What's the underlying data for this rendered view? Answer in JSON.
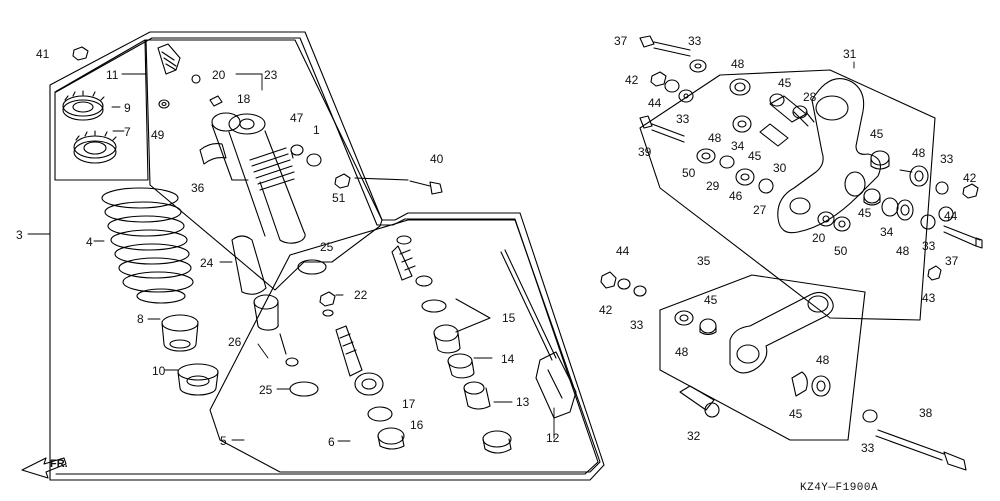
{
  "diagram": {
    "code": "KZ4Y—F1900A",
    "direction": "FR.",
    "line_color": "#000000",
    "background": "#ffffff"
  },
  "labels": [
    {
      "id": "p41",
      "text": "41"
    },
    {
      "id": "p11",
      "text": "11"
    },
    {
      "id": "p20a",
      "text": "20"
    },
    {
      "id": "p23",
      "text": "23"
    },
    {
      "id": "p9",
      "text": "9"
    },
    {
      "id": "p18a",
      "text": "18"
    },
    {
      "id": "p49",
      "text": "49"
    },
    {
      "id": "p7",
      "text": "7"
    },
    {
      "id": "p47",
      "text": "47"
    },
    {
      "id": "p1",
      "text": "1"
    },
    {
      "id": "p40",
      "text": "40"
    },
    {
      "id": "p36",
      "text": "36"
    },
    {
      "id": "p51",
      "text": "51"
    },
    {
      "id": "p3",
      "text": "3"
    },
    {
      "id": "p4",
      "text": "4"
    },
    {
      "id": "p24",
      "text": "24"
    },
    {
      "id": "p25a",
      "text": "25"
    },
    {
      "id": "p22",
      "text": "22"
    },
    {
      "id": "p8a",
      "text": "8"
    },
    {
      "id": "p15",
      "text": "15"
    },
    {
      "id": "p26",
      "text": "26"
    },
    {
      "id": "p10",
      "text": "10"
    },
    {
      "id": "p14",
      "text": "14"
    },
    {
      "id": "p25b",
      "text": "25"
    },
    {
      "id": "p17",
      "text": "17"
    },
    {
      "id": "p13",
      "text": "13"
    },
    {
      "id": "p16",
      "text": "16"
    },
    {
      "id": "p5",
      "text": "5"
    },
    {
      "id": "p6",
      "text": "6"
    },
    {
      "id": "p12",
      "text": "12"
    },
    {
      "id": "p37a",
      "text": "37"
    },
    {
      "id": "p33a",
      "text": "33"
    },
    {
      "id": "p31",
      "text": "31"
    },
    {
      "id": "p42a",
      "text": "42"
    },
    {
      "id": "p48a",
      "text": "48"
    },
    {
      "id": "p45a",
      "text": "45"
    },
    {
      "id": "p44a",
      "text": "44"
    },
    {
      "id": "p28",
      "text": "28"
    },
    {
      "id": "p33b",
      "text": "33"
    },
    {
      "id": "p48b",
      "text": "48"
    },
    {
      "id": "p34a",
      "text": "34"
    },
    {
      "id": "p45b",
      "text": "45"
    },
    {
      "id": "p45c",
      "text": "45"
    },
    {
      "id": "p39",
      "text": "39"
    },
    {
      "id": "p30",
      "text": "30"
    },
    {
      "id": "p48c",
      "text": "48"
    },
    {
      "id": "p33c",
      "text": "33"
    },
    {
      "id": "p50a",
      "text": "50"
    },
    {
      "id": "p29",
      "text": "29"
    },
    {
      "id": "p42b",
      "text": "42"
    },
    {
      "id": "p46",
      "text": "46"
    },
    {
      "id": "p27",
      "text": "27"
    },
    {
      "id": "p44b",
      "text": "44"
    },
    {
      "id": "p45d",
      "text": "45"
    },
    {
      "id": "p34b",
      "text": "34"
    },
    {
      "id": "p20b",
      "text": "20"
    },
    {
      "id": "p50b",
      "text": "50"
    },
    {
      "id": "p33d",
      "text": "33"
    },
    {
      "id": "p48d",
      "text": "48"
    },
    {
      "id": "p37b",
      "text": "37"
    },
    {
      "id": "p44c",
      "text": "44"
    },
    {
      "id": "p35",
      "text": "35"
    },
    {
      "id": "p42c",
      "text": "42"
    },
    {
      "id": "p43",
      "text": "43"
    },
    {
      "id": "p45e",
      "text": "45"
    },
    {
      "id": "p33e",
      "text": "33"
    },
    {
      "id": "p48e",
      "text": "48"
    },
    {
      "id": "p48f",
      "text": "48"
    },
    {
      "id": "p45f",
      "text": "45"
    },
    {
      "id": "p38",
      "text": "38"
    },
    {
      "id": "p32",
      "text": "32"
    },
    {
      "id": "p33f",
      "text": "33"
    }
  ]
}
